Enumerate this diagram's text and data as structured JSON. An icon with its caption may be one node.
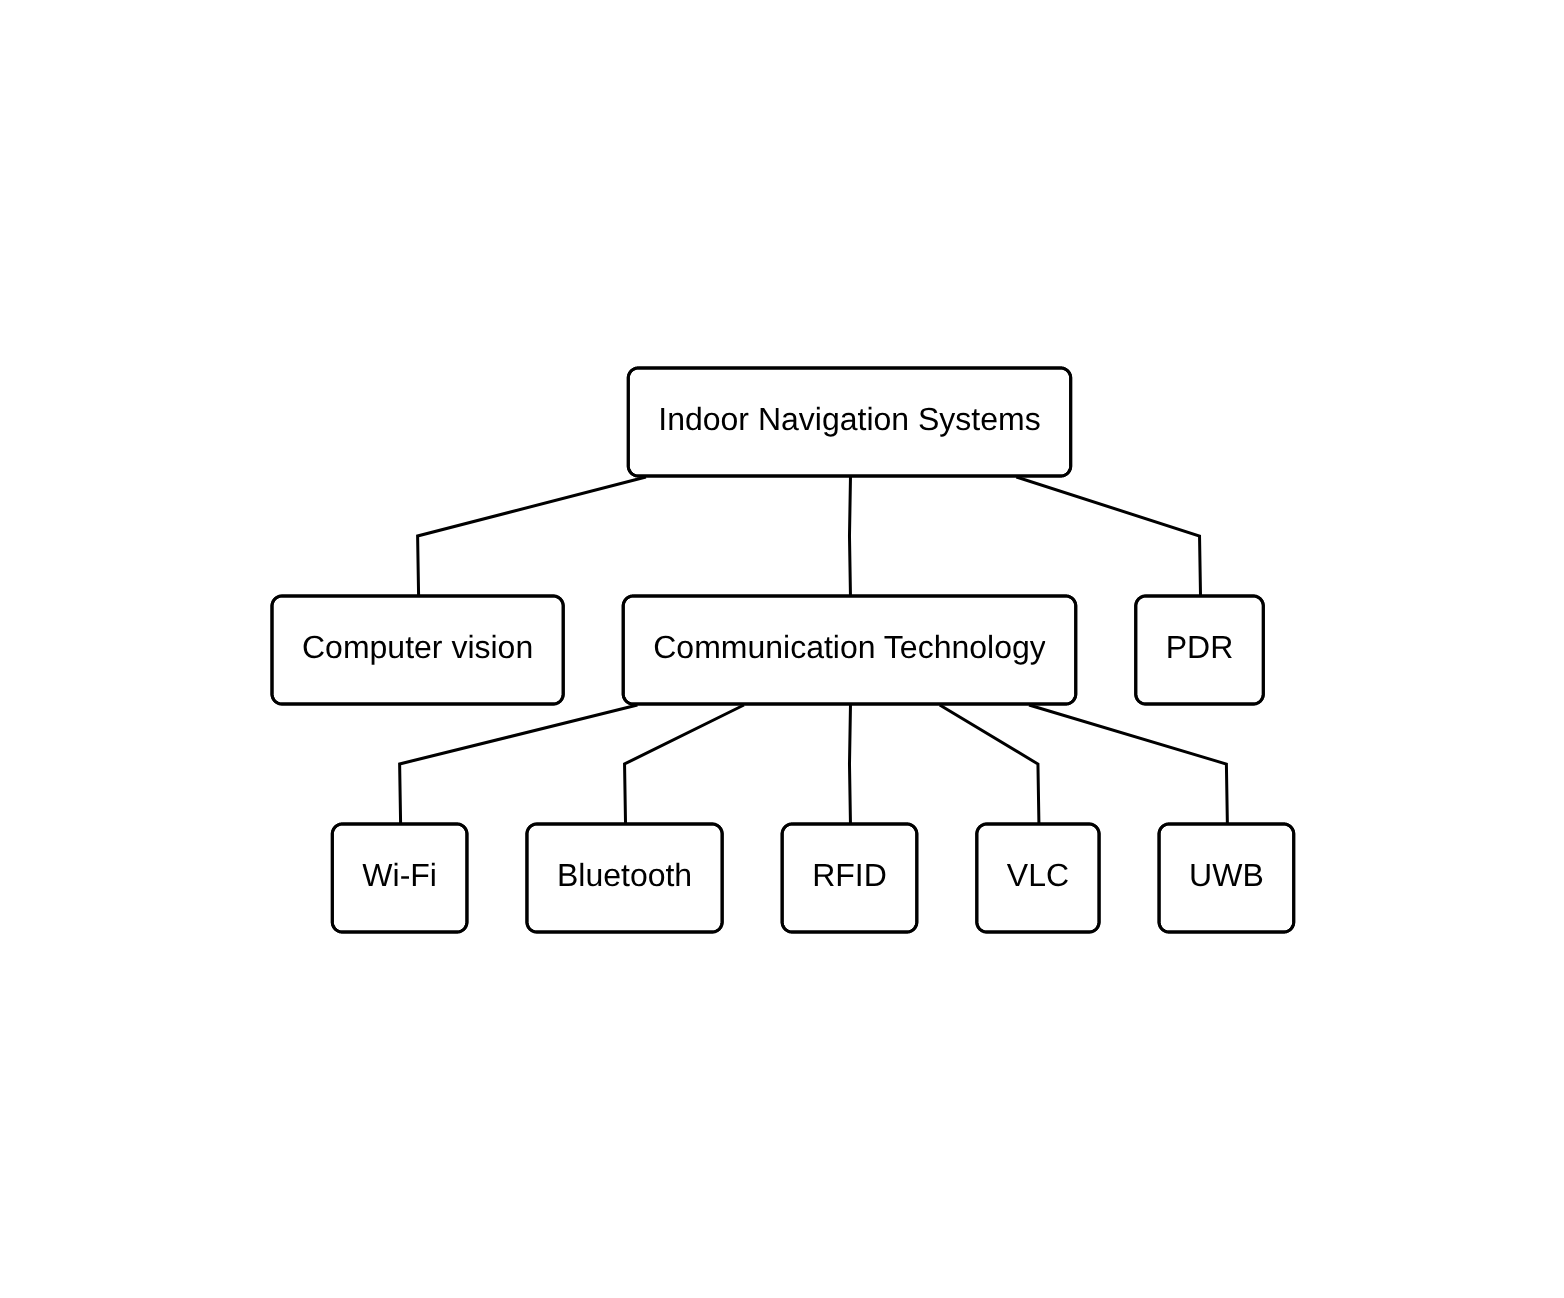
{
  "diagram": {
    "nodes": [
      {
        "text": [
          "Indoor Navigation Systems"
        ]
      },
      {
        "text": [
          "Computer vision"
        ]
      },
      {
        "text": [
          "Communication Technology"
        ]
      },
      {
        "text": [
          "PDR"
        ]
      },
      {
        "text": [
          "Wi-Fi"
        ]
      },
      {
        "text": [
          "Bluetooth"
        ]
      },
      {
        "text": [
          "RFID"
        ]
      },
      {
        "text": [
          "VLC"
        ]
      },
      {
        "text": [
          "UWB"
        ]
      }
    ],
    "edges": [
      {
        "from": 0,
        "to": 1,
        "arrow": "none"
      },
      {
        "from": 0,
        "to": 2,
        "arrow": "none"
      },
      {
        "from": 0,
        "to": 3,
        "arrow": "none"
      },
      {
        "from": 2,
        "to": 4,
        "arrow": "none"
      },
      {
        "from": 2,
        "to": 5,
        "arrow": "none"
      },
      {
        "from": 2,
        "to": 6,
        "arrow": "none"
      },
      {
        "from": 2,
        "to": 7,
        "arrow": "none"
      },
      {
        "from": 2,
        "to": 8,
        "arrow": "none"
      }
    ]
  }
}
